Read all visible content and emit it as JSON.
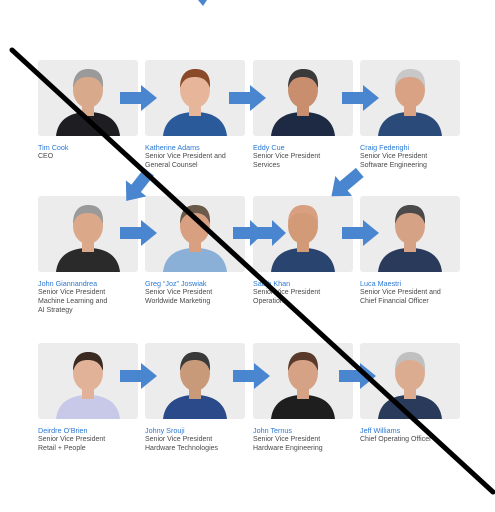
{
  "colors": {
    "arrow": "#4a86d0",
    "name": "#2a78d3",
    "title": "#4a4a4a",
    "photo_bg": "#ececec",
    "slash": "#000000"
  },
  "people": [
    {
      "name": "Tim Cook",
      "title": "CEO",
      "shirt": "#1e1e22",
      "hair": "#9a9a9a",
      "skin": "#d8a98a"
    },
    {
      "name": "Katherine Adams",
      "title": "Senior Vice President and\nGeneral Counsel",
      "shirt": "#2a5a9a",
      "hair": "#8a4a2a",
      "skin": "#e6b59a"
    },
    {
      "name": "Eddy Cue",
      "title": "Senior Vice President\nServices",
      "shirt": "#1e2a44",
      "hair": "#3a3a3a",
      "skin": "#c98e6e"
    },
    {
      "name": "Craig Federighi",
      "title": "Senior Vice President\nSoftware Engineering",
      "shirt": "#2a4a7a",
      "hair": "#c8c8c8",
      "skin": "#d9a285"
    },
    {
      "name": "John Giannandrea",
      "title": "Senior Vice President\nMachine Learning and\nAI Strategy",
      "shirt": "#2a2a2a",
      "hair": "#9a9a9a",
      "skin": "#dca88a"
    },
    {
      "name": "Greg “Joz” Joswiak",
      "title": "Senior Vice President\nWorldwide Marketing",
      "shirt": "#8ab0d8",
      "hair": "#6a5a4a",
      "skin": "#d8a080"
    },
    {
      "name": "Sabih Khan",
      "title": "Senior Vice President\nOperations",
      "shirt": "#2a4470",
      "hair": "#d8a080",
      "skin": "#d39a78"
    },
    {
      "name": "Luca Maestri",
      "title": "Senior Vice President and\nChief Financial Officer",
      "shirt": "#2a3a5a",
      "hair": "#4a4a4a",
      "skin": "#d6a285"
    },
    {
      "name": "Deirdre O’Brien",
      "title": "Senior Vice President\nRetail + People",
      "shirt": "#c8c8e8",
      "hair": "#3a2a22",
      "skin": "#e2b298"
    },
    {
      "name": "Johny Srouji",
      "title": "Senior Vice President\nHardware Technologies",
      "shirt": "#2a4a8a",
      "hair": "#3a3a3a",
      "skin": "#c99a7a"
    },
    {
      "name": "John Ternus",
      "title": "Senior Vice President\nHardware Engineering",
      "shirt": "#1e1e1e",
      "hair": "#5a3a2a",
      "skin": "#d6a285"
    },
    {
      "name": "Jeff Williams",
      "title": "Chief Operating Officer",
      "shirt": "#2a3a5a",
      "hair": "#c0c0c0",
      "skin": "#dcac90"
    }
  ]
}
